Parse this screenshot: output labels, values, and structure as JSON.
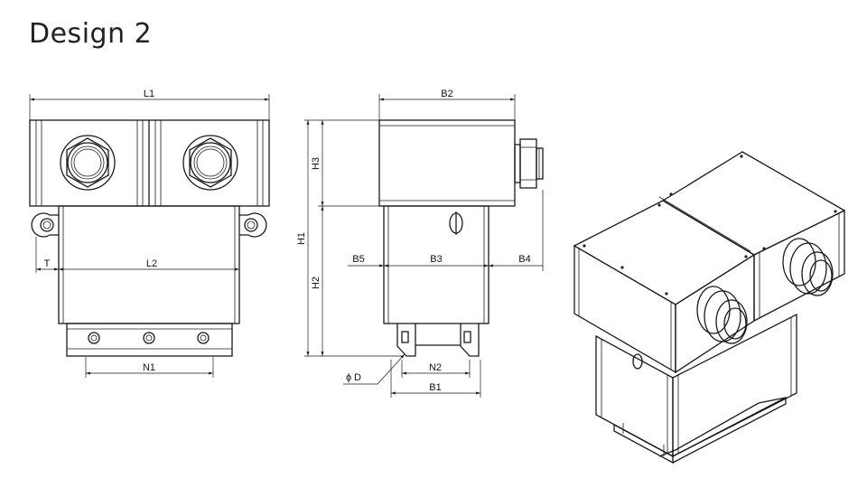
{
  "title": "Design 2",
  "labels": {
    "L1": "L1",
    "L2": "L2",
    "T": "T",
    "N1": "N1",
    "B2": "B2",
    "B3": "B3",
    "B4": "B4",
    "B5": "B5",
    "H1": "H1",
    "H2": "H2",
    "H3": "H3",
    "N2": "N2",
    "B1": "B1",
    "D": "D",
    "phi": "ϕ"
  }
}
